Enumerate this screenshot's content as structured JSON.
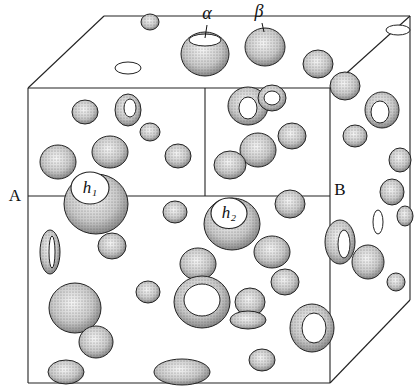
{
  "diagram": {
    "nodes": [
      {
        "text": [
          "h₁"
        ]
      },
      {
        "text": [
          "h₂"
        ]
      }
    ],
    "labels": [
      "α",
      "β",
      "A",
      "B"
    ]
  }
}
